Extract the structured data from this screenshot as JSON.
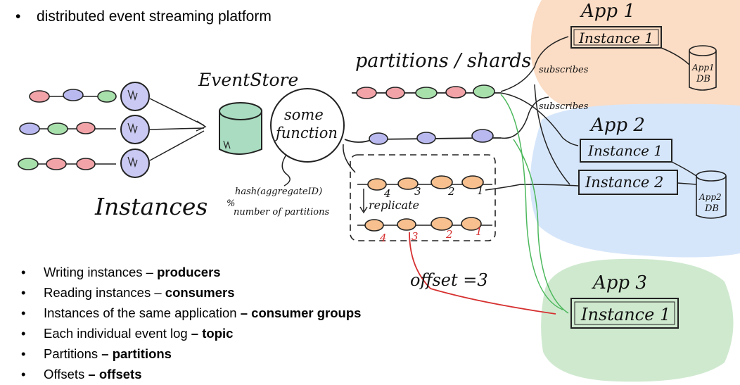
{
  "title": "distributed event streaming platform",
  "bullets": [
    {
      "plain": "Writing instances – ",
      "bold": "producers"
    },
    {
      "plain": "Reading instances – ",
      "bold": "consumers"
    },
    {
      "plain": "Instances of the same application",
      "bold": " – consumer groups"
    },
    {
      "plain": "Each individual event log",
      "bold": " – topic"
    },
    {
      "plain": "Partitions",
      "bold": " – partitions"
    },
    {
      "plain": "Offsets",
      "bold": " – offsets"
    }
  ],
  "sketch": {
    "instances_label": "Instances",
    "event_store_label": "EventStore",
    "function_label_1": "some",
    "function_label_2": "function",
    "hash_line_1": "hash(aggregateID)",
    "hash_line_2": "%",
    "hash_line_3": "number of partitions",
    "partitions_label": "partitions / shards",
    "replicate_label": "replicate",
    "offset_label": "offset =3",
    "subscribes_1": "subscribes",
    "subscribes_2": "subscribes",
    "app1_label": "App 1",
    "app1_instance": "Instance 1",
    "app1_db_1": "App1",
    "app1_db_2": "DB",
    "app2_label": "App 2",
    "app2_instance1": "Instance 1",
    "app2_instance2": "Instance 2",
    "app2_db_1": "App2",
    "app2_db_2": "DB",
    "app3_label": "App 3",
    "app3_instance": "Instance 1",
    "log_numbers_top": [
      "4",
      "3",
      "2",
      "1"
    ],
    "log_numbers_bottom": [
      "4",
      "3",
      "2",
      "1"
    ]
  },
  "colors": {
    "event_red": "#f2a3a8",
    "event_green": "#a8e0ac",
    "event_blue": "#b9b9f0",
    "event_orange": "#f7c08e",
    "app1_bg": "#fbdcc4",
    "app2_bg": "#d6e6fa",
    "app3_bg": "#cfe9cf",
    "offset_red": "#d63030",
    "store_green": "#a9dcc0"
  }
}
